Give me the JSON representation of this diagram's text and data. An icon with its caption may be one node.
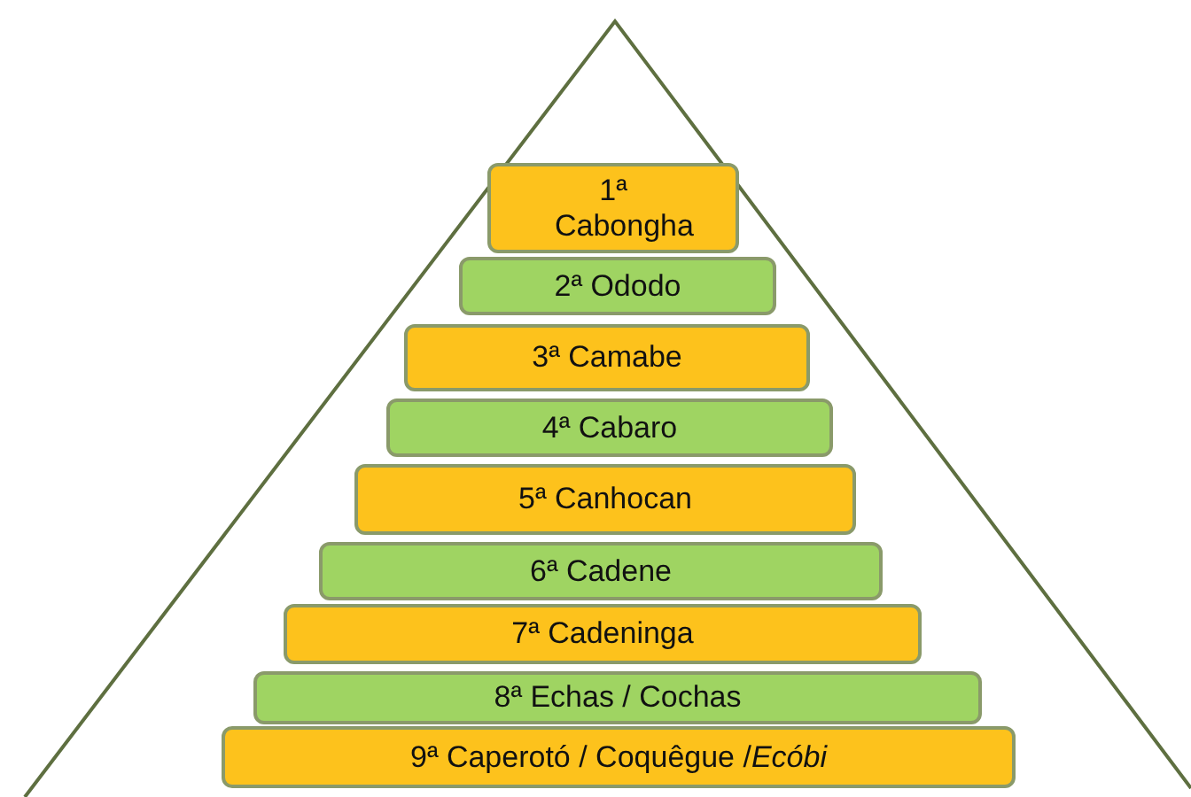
{
  "diagram": {
    "nodes": [
      {
        "text": [
          "1ª Cabongha"
        ]
      },
      {
        "text": [
          "2ª Ododo"
        ]
      },
      {
        "text": [
          "3ª Camabe"
        ]
      },
      {
        "text": [
          "4ª Cabaro"
        ]
      },
      {
        "text": [
          "5ª Canhocan"
        ]
      },
      {
        "text": [
          "6ª Cadene"
        ]
      },
      {
        "text": [
          "7ª Cadeninga"
        ]
      },
      {
        "text": [
          "8ª Echas / Cochas"
        ]
      },
      {
        "text": [
          "9ª Caperotó / Coquêgue /*Ecóbi*"
        ]
      }
    ]
  }
}
